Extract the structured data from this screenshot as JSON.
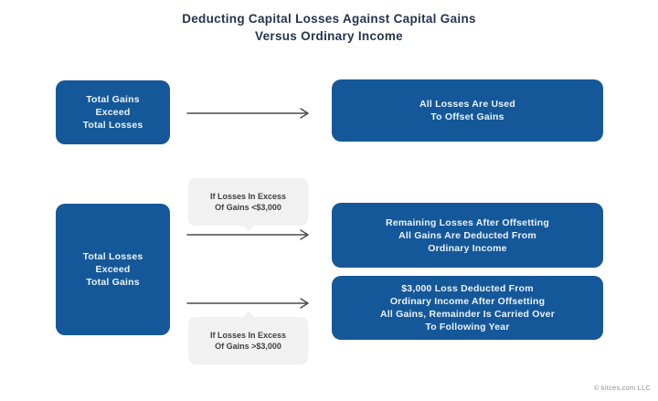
{
  "title": "Deducting Capital Losses Against Capital Gains\nVersus Ordinary Income",
  "nodes": {
    "total_gains": "Total Gains\nExceed\nTotal Losses",
    "all_losses_used": "All Losses Are Used\nTo Offset Gains",
    "total_losses": "Total Losses\nExceed\nTotal Gains",
    "remaining_losses": "Remaining Losses After Offsetting\nAll Gains Are Deducted From\nOrdinary Income",
    "loss_3000": "$3,000 Loss Deducted From\nOrdinary Income After Offsetting\nAll Gains, Remainder Is Carried Over\nTo Following Year"
  },
  "labels": {
    "under_3000": "If Losses In Excess\nOf Gains <$3,000",
    "over_3000": "If Losses In Excess\nOf Gains >$3,000"
  },
  "footer": {
    "credit": "© kitces.com LLC"
  },
  "colors": {
    "box_blue": "#155899",
    "node_text": "#EAF3FB",
    "title_text": "#263450",
    "label_bg": "#F1F1F2",
    "label_text": "#3F3F3F",
    "arrow": "#4A4A4A",
    "footer_text": "#909090"
  }
}
